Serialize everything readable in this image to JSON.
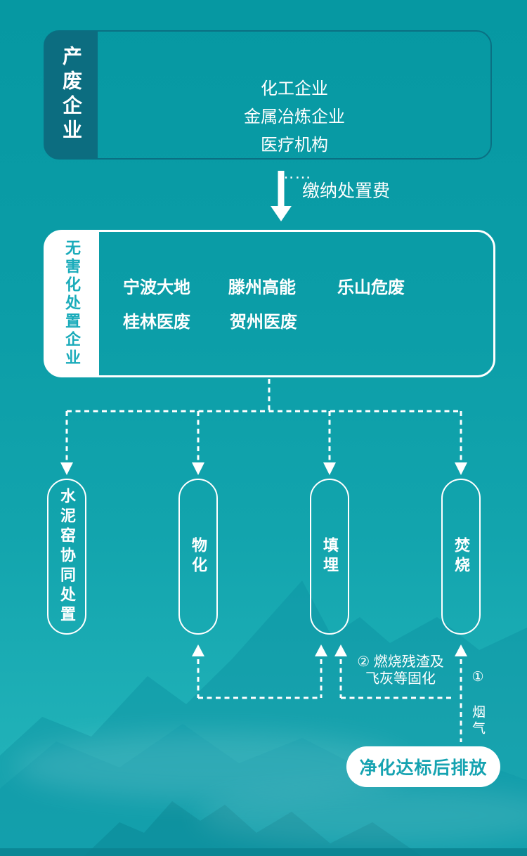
{
  "producers": {
    "label": "产废企业",
    "items": [
      "化工企业",
      "金属冶炼企业",
      "医疗机构",
      "……"
    ]
  },
  "fee_flow": {
    "label": "缴纳处置费"
  },
  "disposal": {
    "label": "无害化处置企业",
    "companies": [
      "宁波大地",
      "滕州高能",
      "乐山危废",
      "桂林医废",
      "贺州医废"
    ]
  },
  "methods": [
    "水泥窑协同处置",
    "物化",
    "填埋",
    "焚烧"
  ],
  "returns": {
    "residue_line1": "② 燃烧残渣及",
    "residue_line2": "飞灰等固化",
    "flue_gas": "① 烟气",
    "discharge": "净化达标后排放"
  },
  "colors": {
    "background_teal": "#0b9da7",
    "dark_label_teal": "#0c6d80",
    "box1_border": "#0a7083",
    "accent_text_teal": "#19abba",
    "pill_text_teal": "#16a3b1",
    "line_white": "#ffffff"
  }
}
